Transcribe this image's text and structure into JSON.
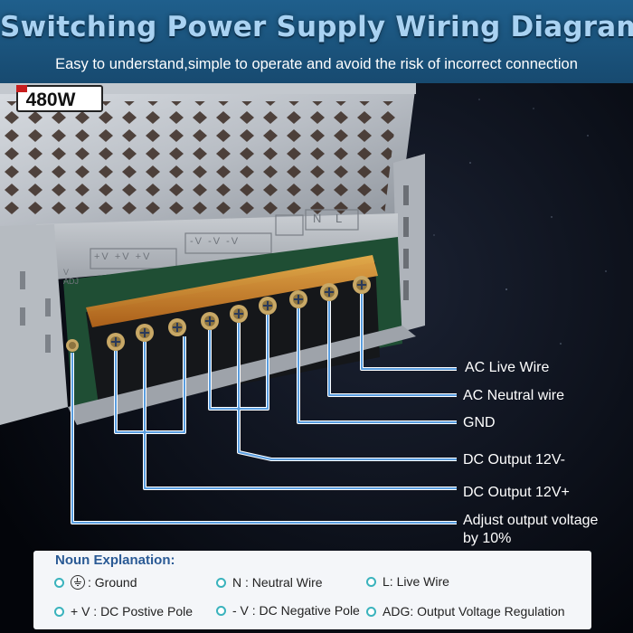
{
  "header": {
    "title": "Switching Power Supply  Wiring Diagram",
    "subtitle": "Easy to understand,simple to operate and avoid the risk of incorrect connection"
  },
  "product": {
    "wattage_label": "480W",
    "top_marks": [
      "+V",
      "+V",
      "+V",
      "-V",
      "-V",
      "-V",
      "N",
      "L"
    ],
    "side_marks": [
      "V",
      "ADJ"
    ]
  },
  "callouts": [
    {
      "label": "AC Live Wire"
    },
    {
      "label": "AC Neutral wire"
    },
    {
      "label": "GND"
    },
    {
      "label": "DC Output 12V-"
    },
    {
      "label": "DC Output 12V+"
    },
    {
      "label": "Adjust output voltage",
      "label2": "by 10%"
    }
  ],
  "legend": {
    "title": "Noun Explanation:",
    "ground": ": Ground",
    "neutral": "N : Neutral Wire",
    "live": "L: Live Wire",
    "pos": "+ V : DC Postive Pole",
    "neg": "- V : DC Negative Pole",
    "adg": "ADG: Output Voltage Regulation"
  },
  "colors": {
    "header_bg": "#1f5f8c",
    "title": "#a9d2f2",
    "callout_line": "#5a9ee0",
    "bullet": "#3ab3bd",
    "legend_title": "#2a5a95"
  }
}
